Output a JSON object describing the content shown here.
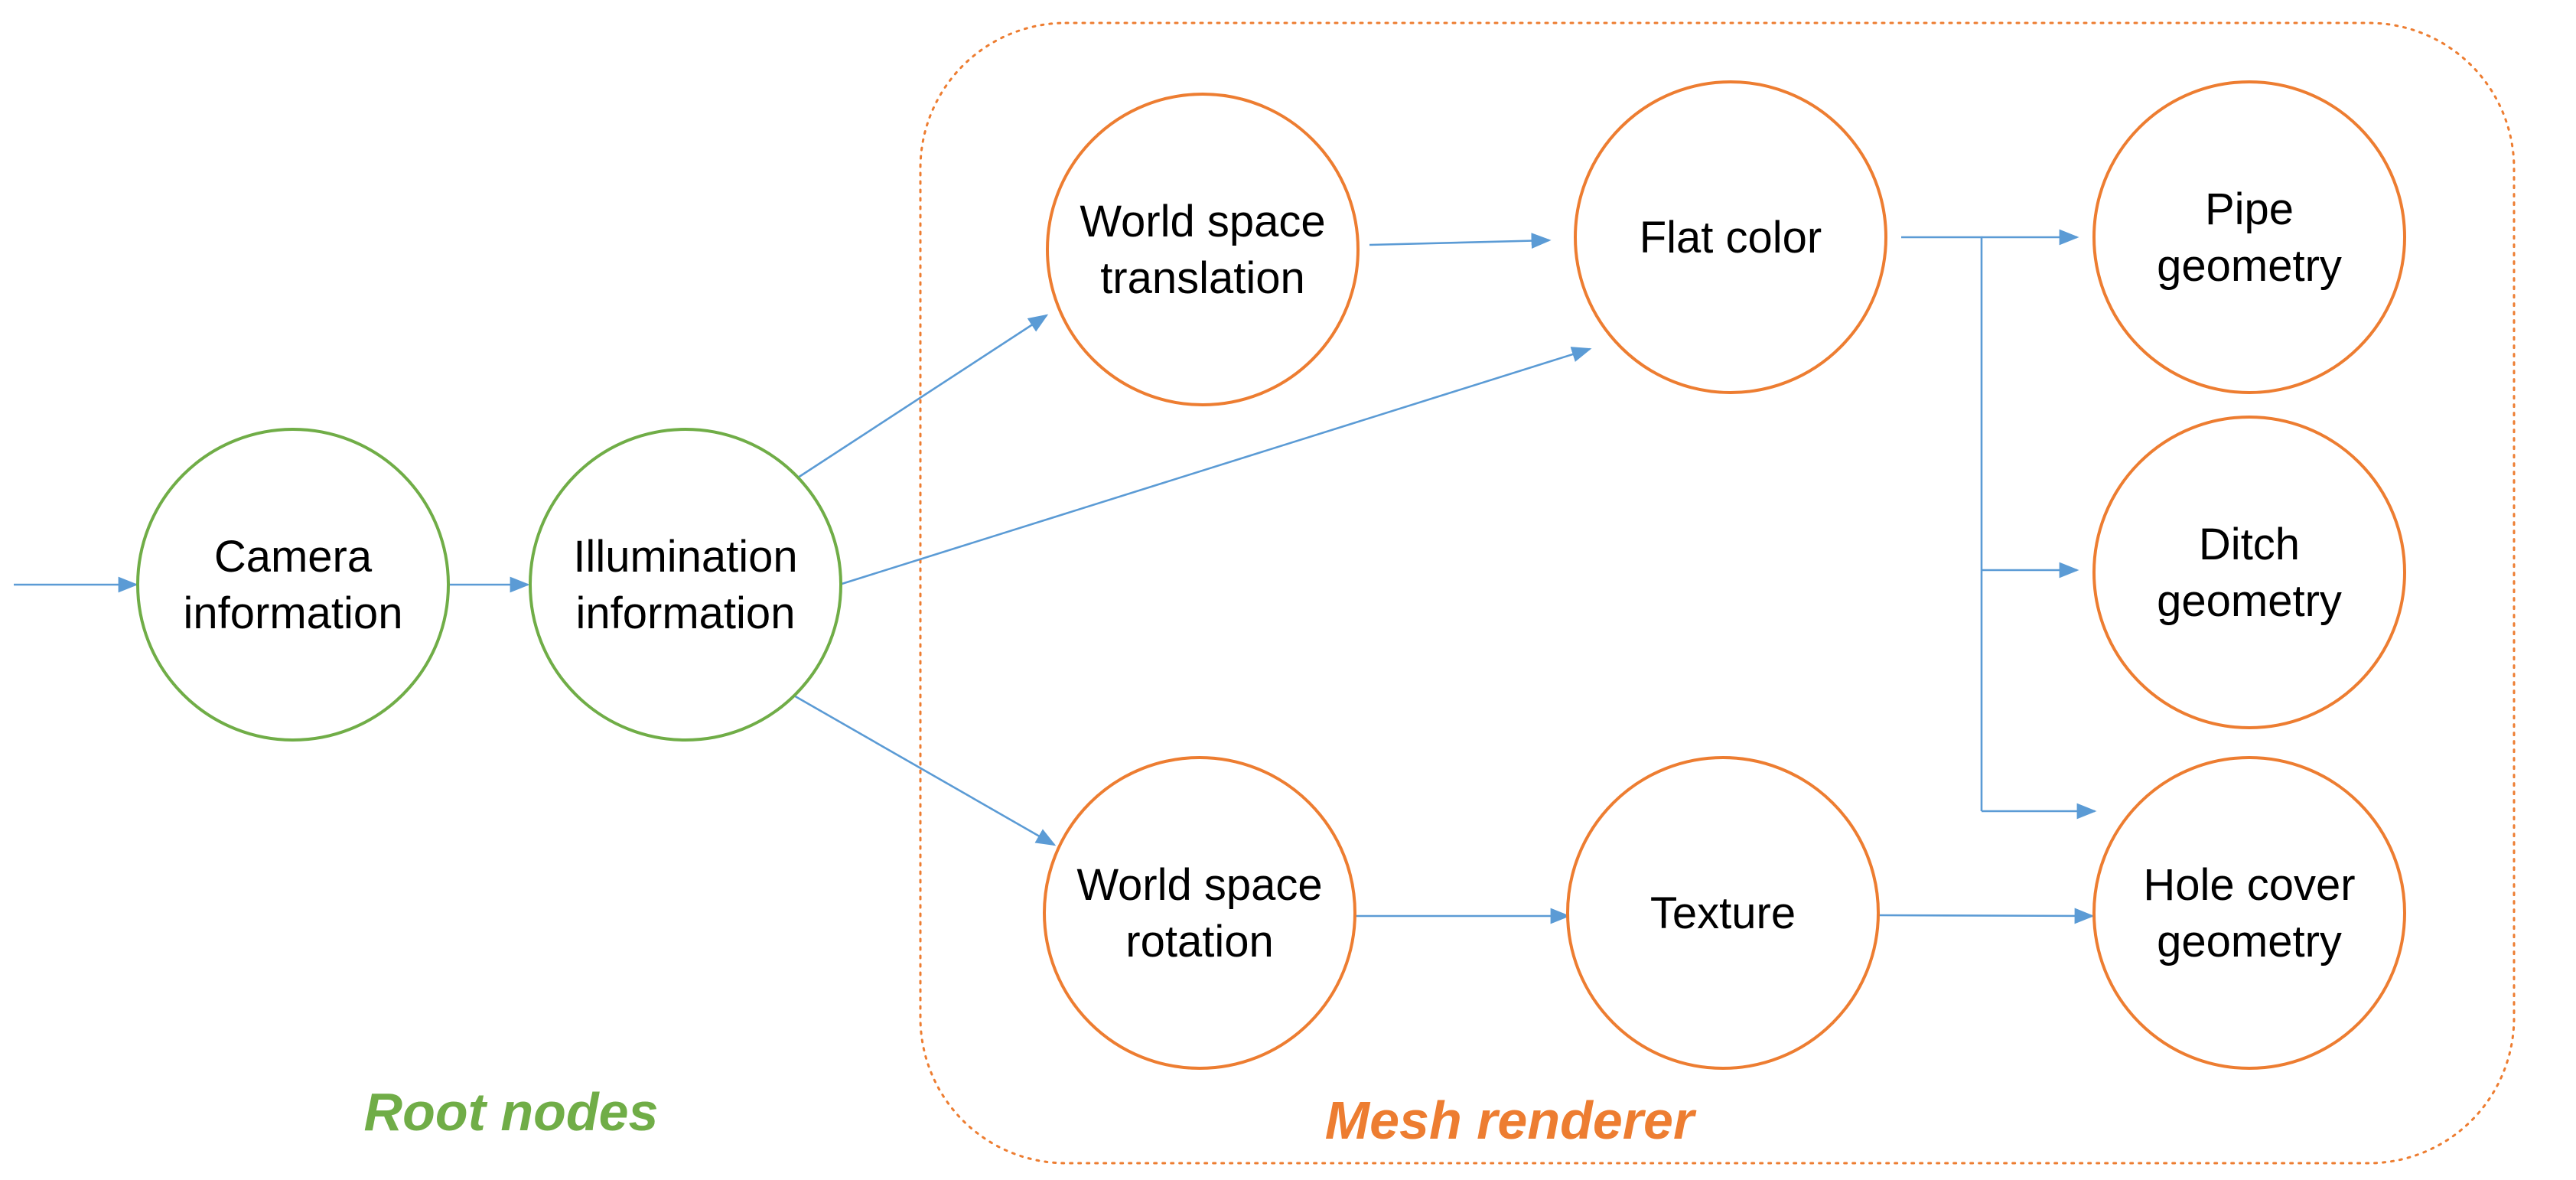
{
  "colors": {
    "root": "#70ad47",
    "mesh": "#ed7d31",
    "edge": "#5b9bd5"
  },
  "groups": {
    "root_label": "Root nodes",
    "mesh_label": "Mesh renderer"
  },
  "nodes": {
    "camera": {
      "lines": [
        "Camera",
        "information"
      ]
    },
    "illumination": {
      "lines": [
        "Illumination",
        "information"
      ]
    },
    "world_translation": {
      "lines": [
        "World space",
        "translation"
      ]
    },
    "world_rotation": {
      "lines": [
        "World space",
        "rotation"
      ]
    },
    "flat_color": {
      "lines": [
        "Flat color"
      ]
    },
    "texture": {
      "lines": [
        "Texture"
      ]
    },
    "pipe": {
      "lines": [
        "Pipe",
        "geometry"
      ]
    },
    "ditch": {
      "lines": [
        "Ditch",
        "geometry"
      ]
    },
    "hole_cover": {
      "lines": [
        "Hole cover",
        "geometry"
      ]
    }
  },
  "edges": [
    {
      "from": "input",
      "to": "camera"
    },
    {
      "from": "camera",
      "to": "illumination"
    },
    {
      "from": "illumination",
      "to": "world_translation"
    },
    {
      "from": "illumination",
      "to": "flat_color"
    },
    {
      "from": "illumination",
      "to": "world_rotation"
    },
    {
      "from": "world_translation",
      "to": "flat_color"
    },
    {
      "from": "world_rotation",
      "to": "texture"
    },
    {
      "from": "texture",
      "to": "hole_cover"
    },
    {
      "from": "flat_color",
      "to": "pipe"
    },
    {
      "from": "flat_color",
      "to": "ditch"
    },
    {
      "from": "flat_color",
      "to": "hole_cover"
    }
  ]
}
